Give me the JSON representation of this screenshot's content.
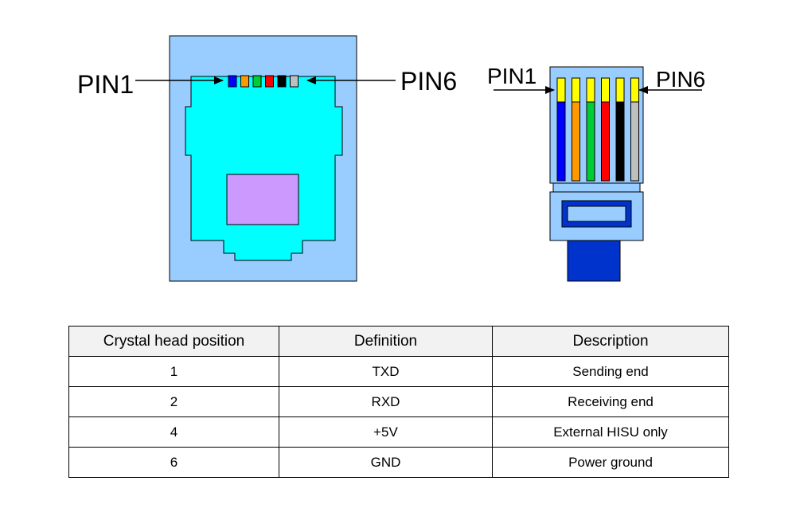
{
  "diagram": {
    "socket": {
      "pin1_label": "PIN1",
      "pin6_label": "PIN6"
    },
    "plug": {
      "pin1_label": "PIN1",
      "pin6_label": "PIN6"
    },
    "wire_colors": [
      "#0000ff",
      "#ff9900",
      "#00cc33",
      "#ff0000",
      "#000000",
      "#bfbfbf"
    ],
    "contact_color": "#ffff00",
    "colors": {
      "socket_body": "#99ccff",
      "socket_cavity": "#00ffff",
      "socket_latch": "#cc99ff",
      "plug_body": "#99ccff",
      "plug_window": "#0033cc",
      "plug_cable": "#0033cc"
    }
  },
  "table": {
    "headers": [
      "Crystal head position",
      "Definition",
      "Description"
    ],
    "rows": [
      {
        "position": "1",
        "definition": "TXD",
        "description": "Sending end"
      },
      {
        "position": "2",
        "definition": "RXD",
        "description": "Receiving end"
      },
      {
        "position": "4",
        "definition": "+5V",
        "description": "External HISU only"
      },
      {
        "position": "6",
        "definition": "GND",
        "description": "Power ground"
      }
    ]
  }
}
